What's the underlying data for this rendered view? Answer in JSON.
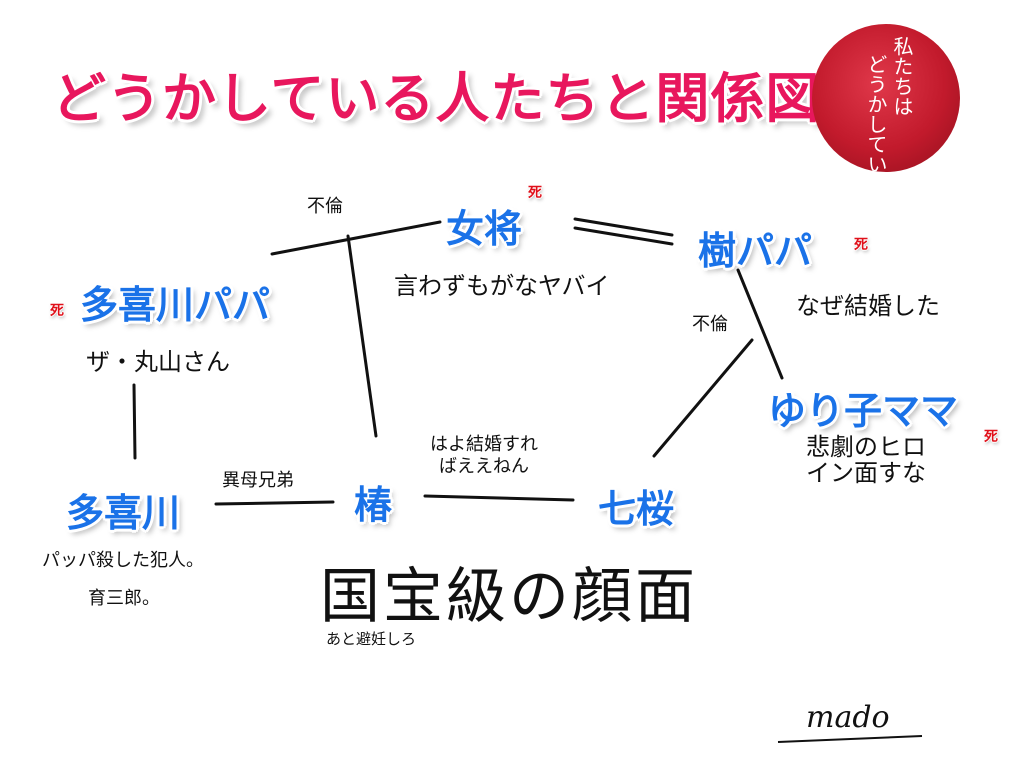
{
  "title": "どうかしている人たちと関係図",
  "logo": {
    "line1": "私たちは",
    "line2": "どうかしている"
  },
  "death_mark": "死",
  "characters": {
    "okami": {
      "name": "女将",
      "note": "言わずもがなヤバイ"
    },
    "itsuki_papa": {
      "name": "樹パパ",
      "note": "なぜ結婚した"
    },
    "takigawa_papa": {
      "name": "多喜川パパ",
      "note": "ザ・丸山さん"
    },
    "yuriko_mama": {
      "name": "ゆり子ママ",
      "note_line1": "悲劇のヒロ",
      "note_line2": "イン面すな"
    },
    "takigawa": {
      "name": "多喜川",
      "note_line1": "パッパ殺した犯人。",
      "note_line2": "育三郎。"
    },
    "tsubaki": {
      "name": "椿"
    },
    "nao": {
      "name": "七桜"
    }
  },
  "relations": {
    "affair_left": "不倫",
    "affair_right": "不倫",
    "half_brothers": "異母兄弟",
    "marry_line1": "はよ結婚すれ",
    "marry_line2": "ばええねん"
  },
  "center": {
    "big": "国宝級の顔面",
    "small": "あと避妊しろ"
  },
  "signature": "mado"
}
